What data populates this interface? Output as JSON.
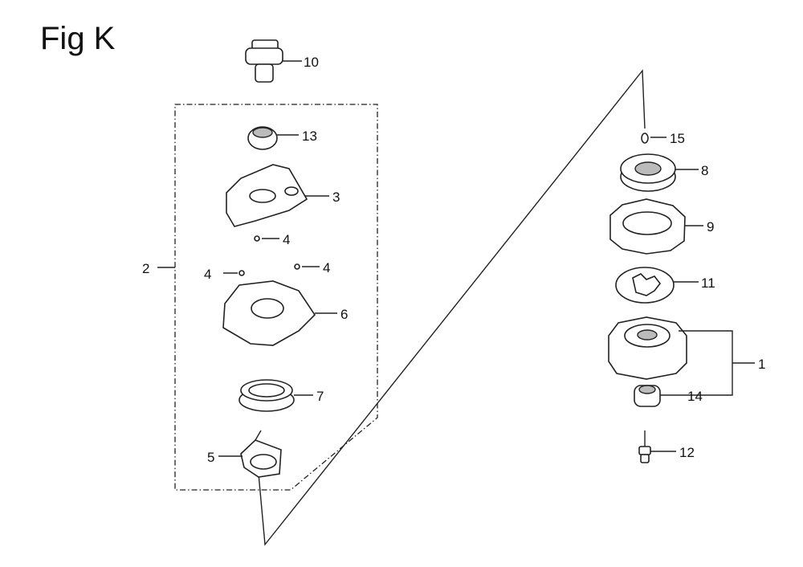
{
  "figure": {
    "title": "Fig K"
  },
  "callouts": {
    "c1": "1",
    "c2": "2",
    "c3": "3",
    "c4a": "4",
    "c4b": "4",
    "c4c": "4",
    "c5": "5",
    "c6": "6",
    "c7": "7",
    "c8": "8",
    "c9": "9",
    "c10": "10",
    "c11": "11",
    "c12": "12",
    "c13": "13",
    "c14": "14",
    "c15": "15"
  }
}
